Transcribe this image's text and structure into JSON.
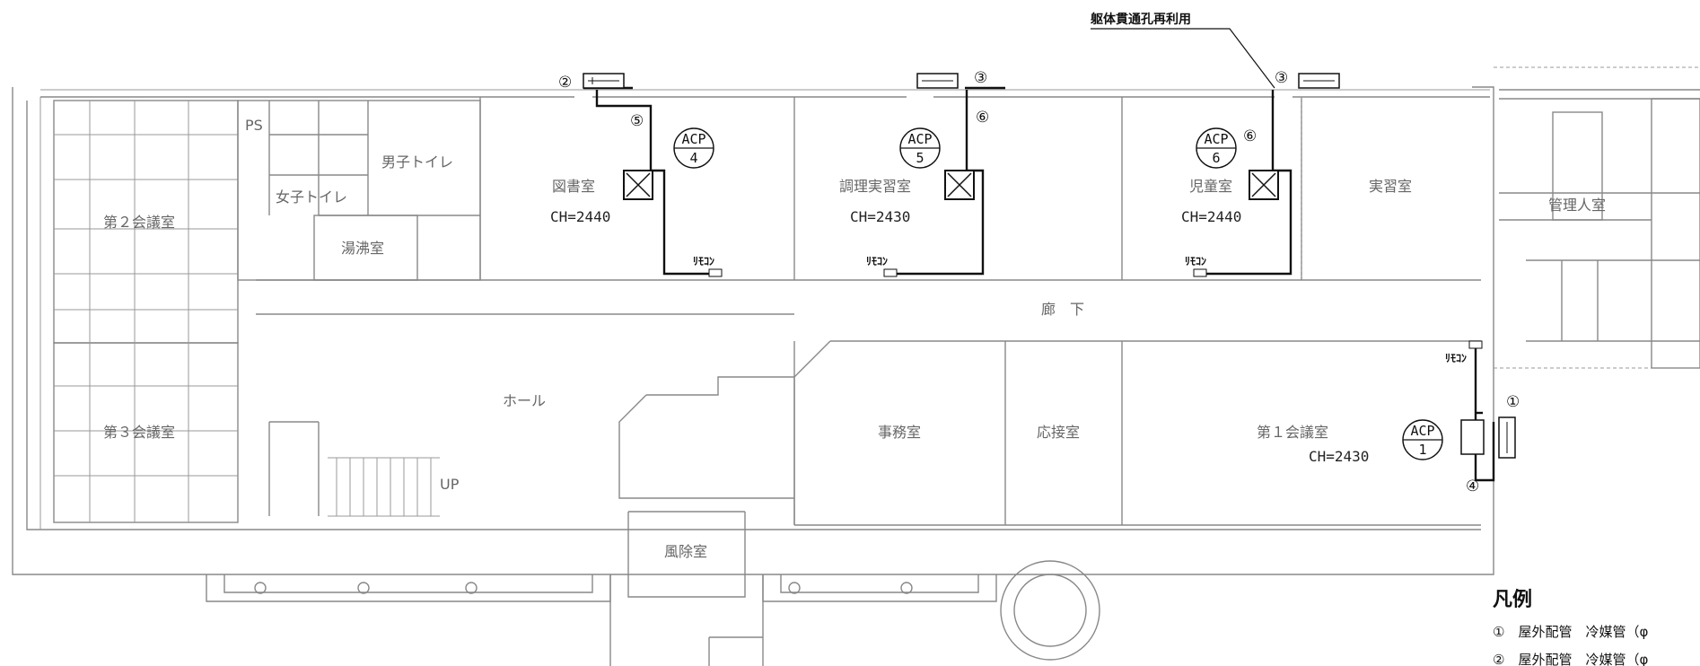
{
  "note": "躯体貫通孔再利用",
  "rooms": {
    "conf2": "第２会議室",
    "conf3": "第３会議室",
    "womens_toilet": "女子トイレ",
    "mens_toilet": "男子トイレ",
    "ps": "PS",
    "kettle_room": "湯沸室",
    "library": "図書室",
    "cooking_room": "調理実習室",
    "children_room": "児童室",
    "practice_room": "実習室",
    "manager_room": "管理人室",
    "corridor": "廊　下",
    "hall": "ホール",
    "office": "事務室",
    "reception": "応接室",
    "conf1": "第１会議室",
    "windbreak": "風除室",
    "up": "UP"
  },
  "ceiling_heights": {
    "library": "CH=2440",
    "cooking_room": "CH=2430",
    "children_room": "CH=2440",
    "conf1": "CH=2430"
  },
  "acp_units": [
    {
      "label": "ACP",
      "number": "4"
    },
    {
      "label": "ACP",
      "number": "5"
    },
    {
      "label": "ACP",
      "number": "6"
    },
    {
      "label": "ACP",
      "number": "1"
    }
  ],
  "remote_label": "ﾘﾓｺﾝ",
  "pipe_markers": [
    "①",
    "②",
    "③",
    "④",
    "⑤",
    "⑥"
  ],
  "legend": {
    "title": "凡例",
    "items": [
      "①　屋外配管　冷媒管（φ",
      "②　屋外配管　冷媒管（φ"
    ]
  }
}
